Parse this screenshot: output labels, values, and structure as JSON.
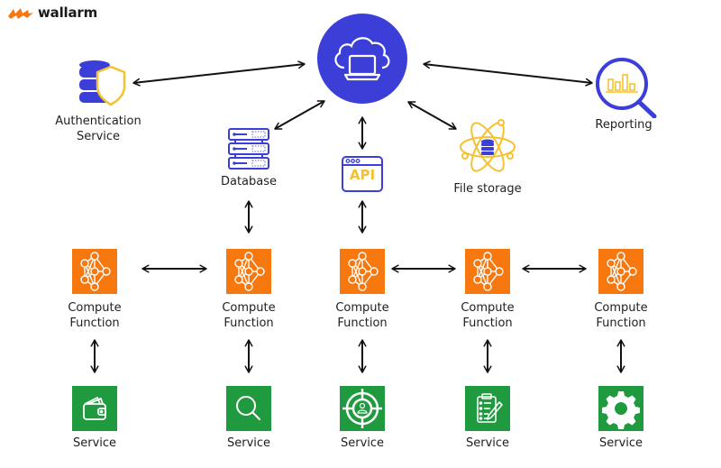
{
  "brand": {
    "name": "wallarm",
    "logo_icon": "wallarm-logo-icon",
    "accent": "#f6780f"
  },
  "colors": {
    "primary_blue": "#3b3fd8",
    "accent_yellow": "#f5c12e",
    "compute_orange": "#f6780f",
    "service_green": "#1f9a3f",
    "arrow": "#111111"
  },
  "nodes": {
    "cloud": {
      "label": "",
      "icon": "cloud-laptop-icon"
    },
    "auth": {
      "label_line1": "Authentication",
      "label_line2": "Service",
      "icon": "database-shield-icon"
    },
    "reporting": {
      "label": "Reporting",
      "icon": "magnifier-chart-icon"
    },
    "database": {
      "label": "Database",
      "icon": "server-rack-icon"
    },
    "api": {
      "label": "API",
      "icon": "api-window-icon"
    },
    "file_storage": {
      "label": "File storage",
      "icon": "atom-database-icon"
    }
  },
  "compute_functions": [
    {
      "label_line1": "Compute",
      "label_line2": "Function",
      "icon": "neural-network-icon"
    },
    {
      "label_line1": "Compute",
      "label_line2": "Function",
      "icon": "neural-network-icon"
    },
    {
      "label_line1": "Compute",
      "label_line2": "Function",
      "icon": "neural-network-icon"
    },
    {
      "label_line1": "Compute",
      "label_line2": "Function",
      "icon": "neural-network-icon"
    },
    {
      "label_line1": "Compute",
      "label_line2": "Function",
      "icon": "neural-network-icon"
    }
  ],
  "services": [
    {
      "label": "Service",
      "icon": "wallet-icon"
    },
    {
      "label": "Service",
      "icon": "search-icon"
    },
    {
      "label": "Service",
      "icon": "target-user-icon"
    },
    {
      "label": "Service",
      "icon": "clipboard-checklist-icon"
    },
    {
      "label": "Service",
      "icon": "gear-icon"
    }
  ],
  "connections": [
    [
      "auth",
      "cloud"
    ],
    [
      "cloud",
      "reporting"
    ],
    [
      "database",
      "cloud"
    ],
    [
      "api",
      "cloud"
    ],
    [
      "file_storage",
      "cloud"
    ],
    [
      "database",
      "compute_2"
    ],
    [
      "api",
      "compute_3"
    ],
    [
      "compute_1",
      "compute_2"
    ],
    [
      "compute_3",
      "compute_4"
    ],
    [
      "compute_4",
      "compute_5"
    ],
    [
      "compute_1",
      "service_1"
    ],
    [
      "compute_2",
      "service_2"
    ],
    [
      "compute_3",
      "service_3"
    ],
    [
      "compute_4",
      "service_4"
    ],
    [
      "compute_5",
      "service_5"
    ]
  ]
}
